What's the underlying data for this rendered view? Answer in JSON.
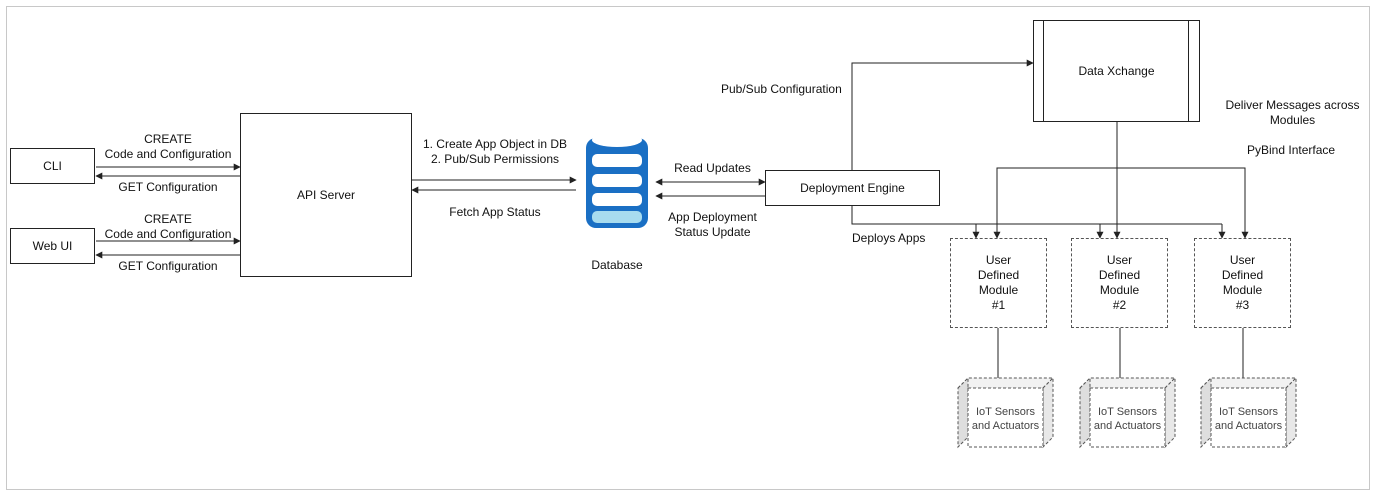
{
  "nodes": {
    "cli": "CLI",
    "web_ui": "Web UI",
    "api_server": "API Server",
    "database": "Database",
    "deployment_engine": "Deployment Engine",
    "data_xchange": "Data Xchange",
    "modules": [
      "User\nDefined\nModule\n#1",
      "User\nDefined\nModule\n#2",
      "User\nDefined\nModule\n#3"
    ],
    "iot": [
      "IoT Sensors\nand Actuators",
      "IoT Sensors\nand Actuators",
      "IoT Sensors\nand Actuators"
    ]
  },
  "edges": {
    "cli_create": "CREATE\nCode and Configuration",
    "cli_get": "GET Configuration",
    "web_create": "CREATE\nCode and Configuration",
    "web_get": "GET Configuration",
    "api_db": "1. Create App Object in DB\n2. Pub/Sub Permissions",
    "db_api": "Fetch App Status",
    "db_engine": "Read Updates",
    "engine_db": "App Deployment\nStatus Update",
    "pubsub": "Pub/Sub Configuration",
    "deliver": "Deliver Messages across\nModules",
    "pybind": "PyBind Interface",
    "deploys": "Deploys Apps"
  },
  "colors": {
    "database_blue": "#1a6fc4",
    "database_light": "#a8dcef",
    "line": "#222222"
  }
}
